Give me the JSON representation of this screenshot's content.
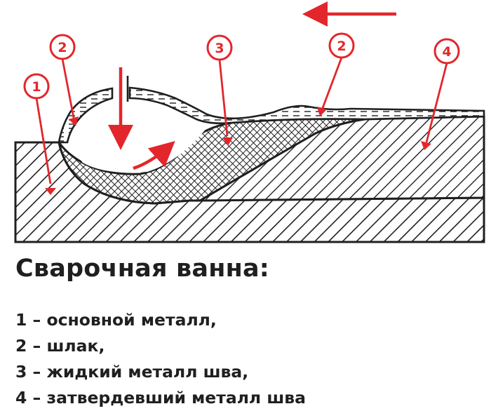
{
  "caption": {
    "title": "Сварочная ванна:",
    "items": [
      "1 – основной металл,",
      "2 – шлак,",
      "3 – жидкий металл шва,",
      "4 – затвердевший металл шва"
    ]
  },
  "callouts": [
    {
      "number": "1",
      "refers_to": "base-metal"
    },
    {
      "number": "2",
      "refers_to": "slag-front"
    },
    {
      "number": "3",
      "refers_to": "liquid-weld-metal"
    },
    {
      "number": "2",
      "refers_to": "slag-top"
    },
    {
      "number": "4",
      "refers_to": "solidified-weld-metal"
    }
  ],
  "colors": {
    "accent": "#e3262b",
    "ink": "#1f1f1f"
  }
}
